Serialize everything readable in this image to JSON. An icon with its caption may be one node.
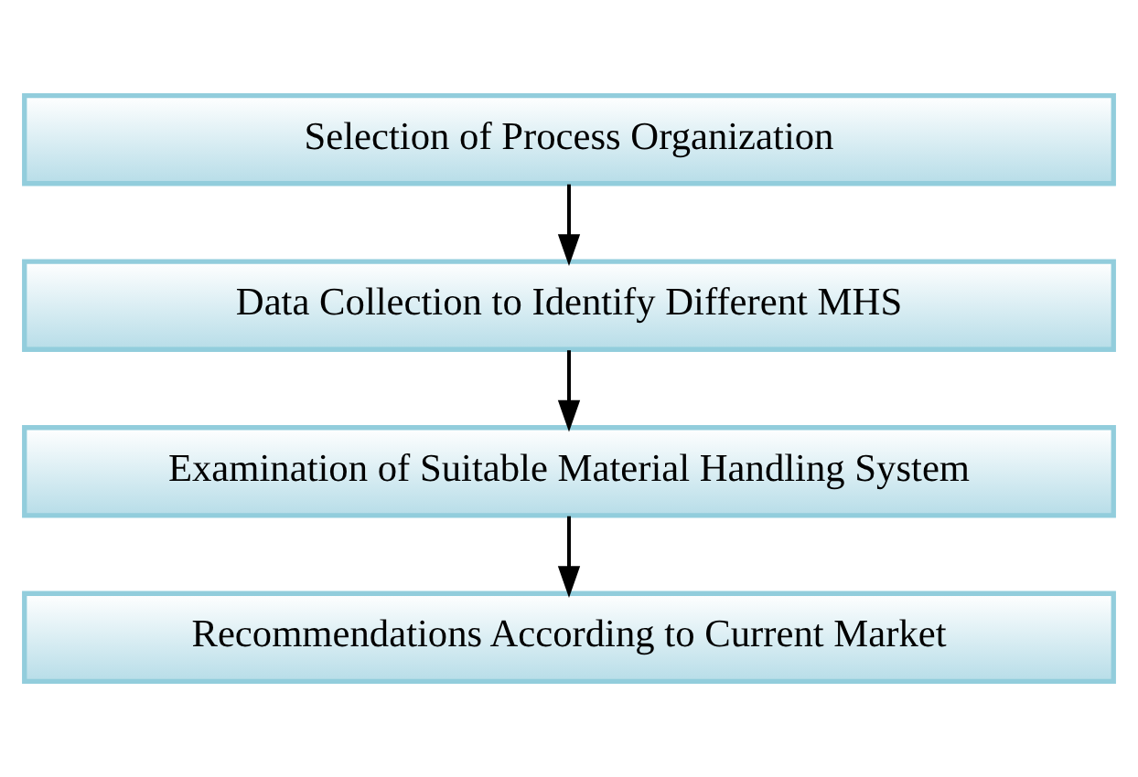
{
  "diagram": {
    "nodes": [
      {
        "text": [
          "Selection of Process Organization"
        ]
      },
      {
        "text": [
          "Data Collection to Identify Different MHS"
        ]
      },
      {
        "text": [
          "Examination of Suitable Material Handling System"
        ]
      },
      {
        "text": [
          "Recommendations According to Current Market"
        ]
      }
    ],
    "edges": [
      {
        "from": 0,
        "to": 1,
        "arrow": "to"
      },
      {
        "from": 1,
        "to": 2,
        "arrow": "to"
      },
      {
        "from": 2,
        "to": 3,
        "arrow": "to"
      }
    ]
  }
}
